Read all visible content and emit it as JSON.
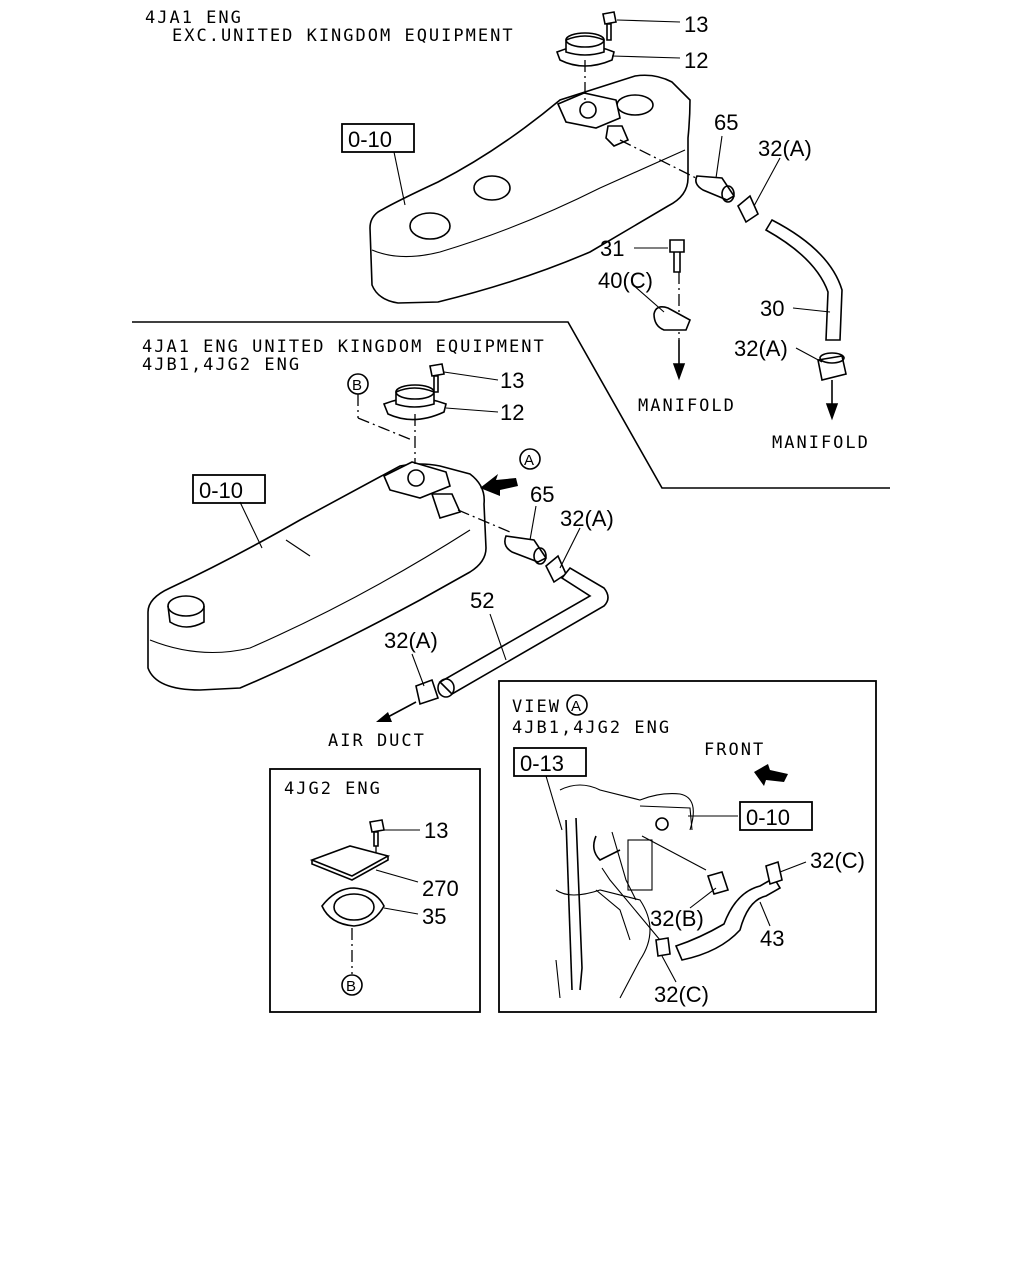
{
  "section1": {
    "header_line1": "4JA1 ENG",
    "header_line2": "EXC.UNITED KINGDOM EQUIPMENT",
    "ref_box": "0-10",
    "callouts": {
      "c13": "13",
      "c12": "12",
      "c65": "65",
      "c32a_top": "32(A)",
      "c31": "31",
      "c40c": "40(C)",
      "c30": "30",
      "c32a_low": "32(A)"
    },
    "manifold_left": "MANIFOLD",
    "manifold_right": "MANIFOLD"
  },
  "section2": {
    "header_line1": "4JA1 ENG UNITED KINGDOM EQUIPMENT",
    "header_line2": "4JB1,4JG2 ENG",
    "ref_box": "0-10",
    "marker_b": "B",
    "marker_a": "A",
    "callouts": {
      "c13": "13",
      "c12": "12",
      "c65": "65",
      "c32a_right": "32(A)",
      "c52": "52",
      "c32a_left": "32(A)"
    },
    "air_duct": "AIR DUCT"
  },
  "inset_4jg2": {
    "title": "4JG2 ENG",
    "callouts": {
      "c13": "13",
      "c270": "270",
      "c35": "35"
    },
    "marker_b": "B"
  },
  "inset_view_a": {
    "title_prefix": "VIEW",
    "title_marker": "A",
    "subtitle": "4JB1,4JG2 ENG",
    "front_label": "FRONT",
    "ref_box_left": "0-13",
    "ref_box_right": "0-10",
    "callouts": {
      "c32c_top": "32(C)",
      "c32b": "32(B)",
      "c43": "43",
      "c32c_bottom": "32(C)"
    }
  }
}
